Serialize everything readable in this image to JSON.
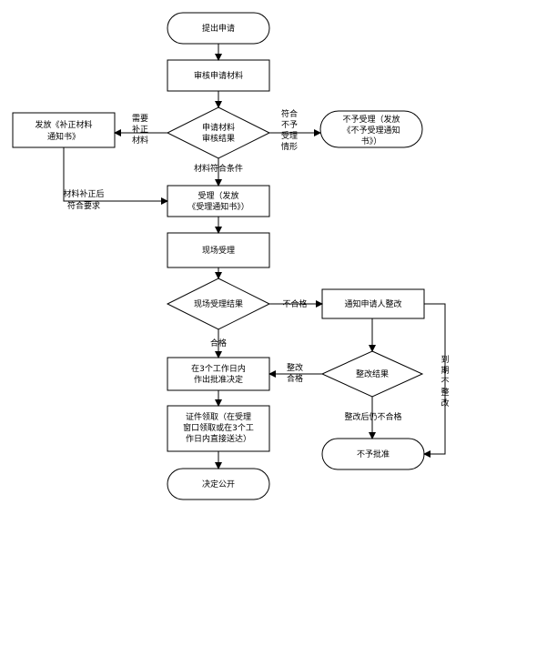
{
  "nodes": {
    "start": "提出申请",
    "review": "审核申请材料",
    "review_result": [
      "申请材料",
      "审核结果"
    ],
    "supplement": [
      "发放《补正材料",
      "通知书》"
    ],
    "reject": [
      "不予受理（发放",
      "《不予受理通知",
      "书》）"
    ],
    "accept": [
      "受理（发放",
      "《受理通知书》）"
    ],
    "onsite": "现场受理",
    "onsite_result": "现场受理结果",
    "notify_rectify": "通知申请人整改",
    "decide": [
      "在3个工作日内",
      "作出批准决定"
    ],
    "rectify_result": "整改结果",
    "certificate": [
      "证件领取（在受理",
      "窗口领取或在3个工",
      "作日内直接送达）"
    ],
    "not_approve": "不予批准",
    "publish": "决定公开"
  },
  "edge_labels": {
    "needs_supplement": [
      "需要",
      "补正",
      "材料"
    ],
    "not_meet": [
      "符合",
      "不予",
      "受理",
      "情形"
    ],
    "meets": "材料符合条件",
    "after_supplement": [
      "材料补正后",
      "符合要求"
    ],
    "unqualified": "不合格",
    "qualified": "合格",
    "rectify_qualified": [
      "整改",
      "合格"
    ],
    "rectify_unqualified": "整改后仍不合格",
    "overdue": [
      "到",
      "期",
      "不",
      "整",
      "改"
    ]
  }
}
